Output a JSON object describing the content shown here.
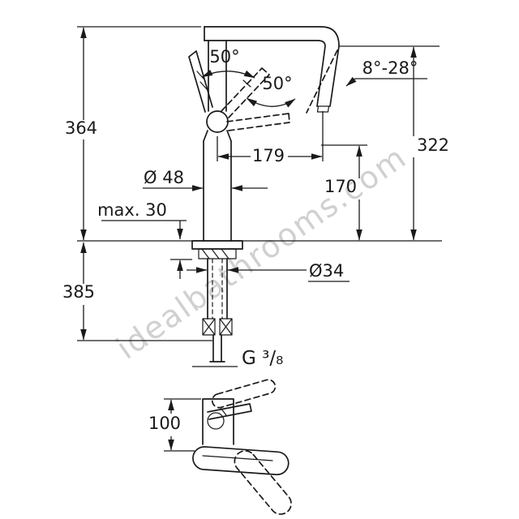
{
  "watermark": "idealbathrooms.com",
  "dimensions": {
    "overall_height": "364",
    "under_counter_depth": "385",
    "outlet_height": "322",
    "outlet_to_surface": "170",
    "spout_reach": "179",
    "body_diameter": "Ø 48",
    "counter_thickness": "max. 30",
    "hole_diameter": "Ø34",
    "connection_thread": "G ³/₈",
    "bottom_view_height": "100",
    "spout_angle_range": "8°-28°",
    "lever_angle_open": "50°",
    "lever_angle_swing": "50°"
  },
  "colors": {
    "line": "#1a1a1a",
    "watermark": "#c8c8c8",
    "background": "#ffffff"
  }
}
